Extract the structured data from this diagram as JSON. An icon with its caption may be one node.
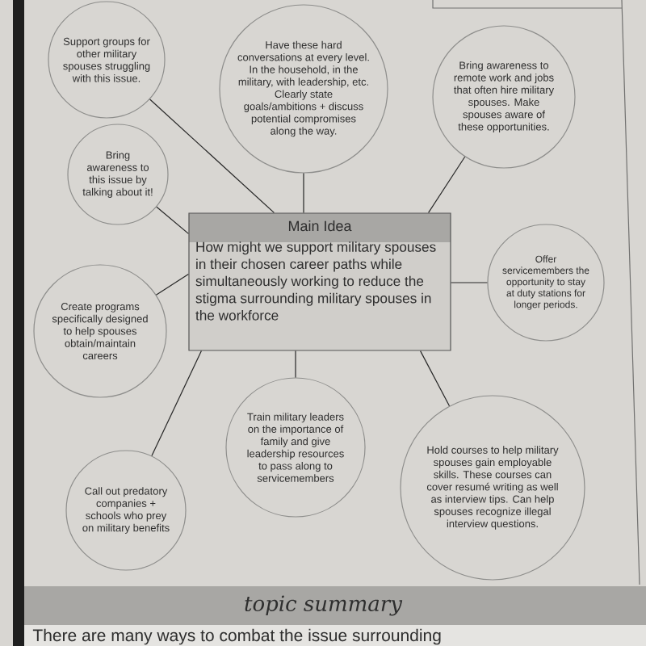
{
  "diagram": {
    "nodes": [
      {
        "text": [
          "Support groups for other military spouses struggling with this issue."
        ]
      },
      {
        "text": [
          "Have these hard conversations at every level. In the household, in the military, with leadership, etc. Clearly state goals/ambitions + discuss potential compromises along the way."
        ]
      },
      {
        "text": [
          "Bring awareness to remote work and jobs that often hire military spouses. Make spouses aware of these opportunities."
        ]
      },
      {
        "text": [
          "Bring awareness to this issue by talking about it!"
        ]
      },
      {
        "text": [
          "Main Idea",
          "How might we support military spouses in their chosen career paths while simultaneously working to reduce the stigma surrounding military spouses in the workforce"
        ]
      },
      {
        "text": [
          "Offer servicemembers the opportunity to stay at duty stations for longer periods."
        ]
      },
      {
        "text": [
          "Create programs specifically designed to help spouses obtain/maintain careers"
        ]
      },
      {
        "text": [
          "Train military leaders on the importance of family and give leadership resources to pass along to servicemembers"
        ]
      },
      {
        "text": [
          "Hold courses to help military spouses gain employable skills. These courses can cover resumé writing as well as interview tips. Can help spouses recognize illegal interview questions."
        ]
      },
      {
        "text": [
          "Call out predatory companies + schools who prey on military benefits"
        ]
      }
    ],
    "edges": [
      {
        "from": 4,
        "to": 0,
        "arrow": "none"
      },
      {
        "from": 4,
        "to": 1,
        "arrow": "none"
      },
      {
        "from": 4,
        "to": 2,
        "arrow": "none"
      },
      {
        "from": 4,
        "to": 3,
        "arrow": "none"
      },
      {
        "from": 4,
        "to": 5,
        "arrow": "none"
      },
      {
        "from": 4,
        "to": 6,
        "arrow": "none"
      },
      {
        "from": 4,
        "to": 7,
        "arrow": "none"
      },
      {
        "from": 4,
        "to": 8,
        "arrow": "none"
      },
      {
        "from": 4,
        "to": 9,
        "arrow": "none"
      }
    ],
    "labels": [
      "topic summary",
      "There are many ways to combat the issue surrounding"
    ]
  }
}
